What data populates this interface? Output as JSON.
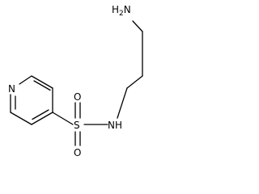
{
  "molecule": {
    "atoms": {
      "amine": {
        "main": "H",
        "sub": "2",
        "tail": "N"
      },
      "ring_nitrogen": "N",
      "sulfur": "S",
      "oxygen_top": "O",
      "oxygen_bottom": "O",
      "sulfonamide_nh": "NH"
    }
  }
}
